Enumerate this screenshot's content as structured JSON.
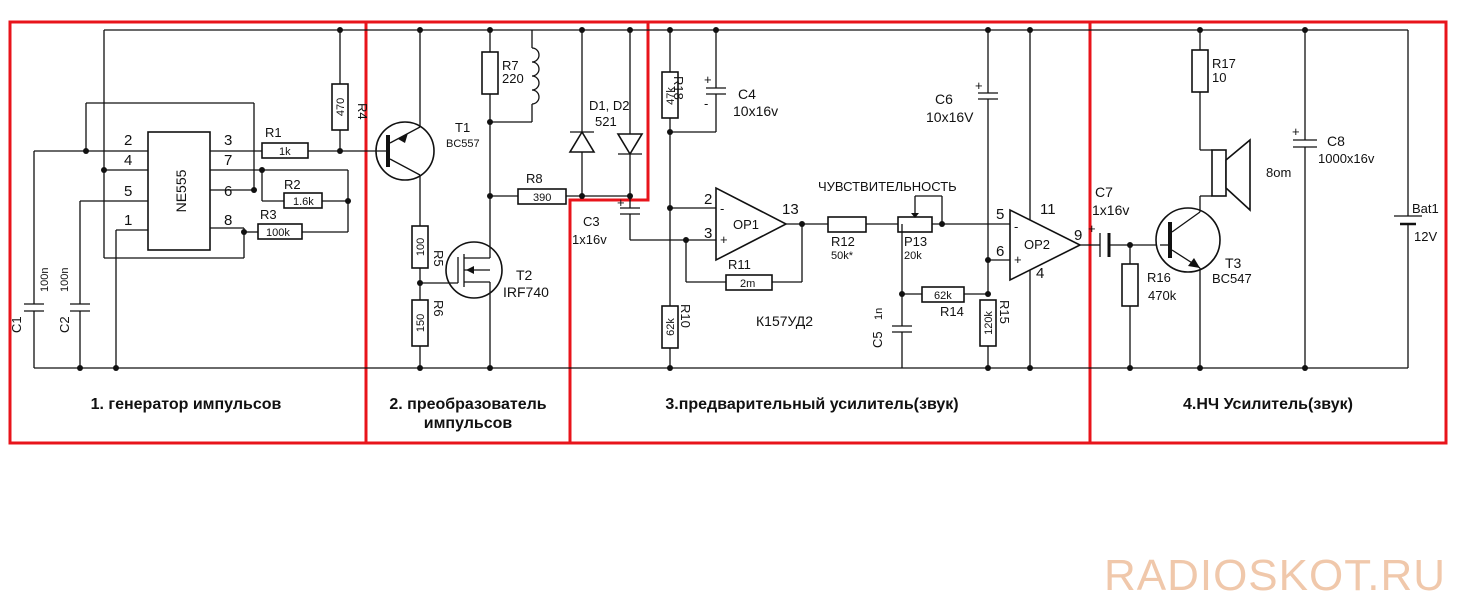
{
  "sections": [
    {
      "number_label": "1. генератор импульсов"
    },
    {
      "number_label": "2. преобразователь",
      "line2": "импульсов"
    },
    {
      "number_label": "3.предварительный усилитель(звук)"
    },
    {
      "number_label": "4.НЧ Усилитель(звук)"
    }
  ],
  "ic": {
    "name": "NE555",
    "pins": [
      "2",
      "4",
      "5",
      "1",
      "3",
      "7",
      "6",
      "8"
    ]
  },
  "components": {
    "R1": {
      "ref": "R1",
      "value": "1k"
    },
    "R2": {
      "ref": "R2",
      "value": "1.6k"
    },
    "R3": {
      "ref": "R3",
      "value": "100k"
    },
    "R4": {
      "ref": "R4",
      "value": "470"
    },
    "C1": {
      "ref": "C1",
      "value": "100n"
    },
    "C2": {
      "ref": "C2",
      "value": "100n"
    },
    "T1": {
      "ref": "T1",
      "value": "BC557"
    },
    "R7": {
      "ref": "R7",
      "value": "220"
    },
    "D12": {
      "ref": "D1, D2",
      "value": "521"
    },
    "R8": {
      "ref": "R8",
      "value": "390"
    },
    "R5": {
      "ref": "R5",
      "value": "100"
    },
    "R6": {
      "ref": "R6",
      "value": "150"
    },
    "T2": {
      "ref": "T2",
      "value": "IRF740"
    },
    "C3": {
      "ref": "C3",
      "value": "1x16v"
    },
    "R18": {
      "ref": "R18",
      "value": "47k"
    },
    "C4": {
      "ref": "C4",
      "value": "10x16v"
    },
    "OP1": {
      "ref": "OP1",
      "pin_plus": "3",
      "pin_minus": "2",
      "pin_out": "13"
    },
    "R11": {
      "ref": "R11",
      "value": "2m"
    },
    "R10": {
      "ref": "R10",
      "value": "62k"
    },
    "R12": {
      "ref": "R12",
      "value": "50k*"
    },
    "P13": {
      "ref": "P13",
      "value": "20k"
    },
    "sens": {
      "label": "ЧУВСТВИТЕЛЬНОСТЬ"
    },
    "chip": {
      "label": "К157УД2"
    },
    "C6": {
      "ref": "C6",
      "value": "10x16V"
    },
    "OP2": {
      "ref": "OP2",
      "pin_minus": "5",
      "pin_plus": "6",
      "pin_out": "9",
      "pin_top": "11",
      "pin_bottom": "4"
    },
    "R14": {
      "ref": "R14",
      "value": "62k"
    },
    "C5": {
      "ref": "C5",
      "value": "1n"
    },
    "R15": {
      "ref": "R15",
      "value": "120k"
    },
    "C7": {
      "ref": "C7",
      "value": "1x16v"
    },
    "R16": {
      "ref": "R16",
      "value": "470k"
    },
    "T3": {
      "ref": "T3",
      "value": "BC547"
    },
    "R17": {
      "ref": "R17",
      "value": "10"
    },
    "SPK": {
      "value": "8om"
    },
    "C8": {
      "ref": "C8",
      "value": "1000x16v"
    },
    "BAT": {
      "ref": "Bat1",
      "value": "12V"
    }
  },
  "polarity": {
    "plus": "+",
    "minus": "-"
  },
  "watermark": "RADIOSKOT.RU",
  "colors": {
    "section_border": "#e8141b",
    "wire": "#111111",
    "watermark": "#f0c8ab"
  }
}
